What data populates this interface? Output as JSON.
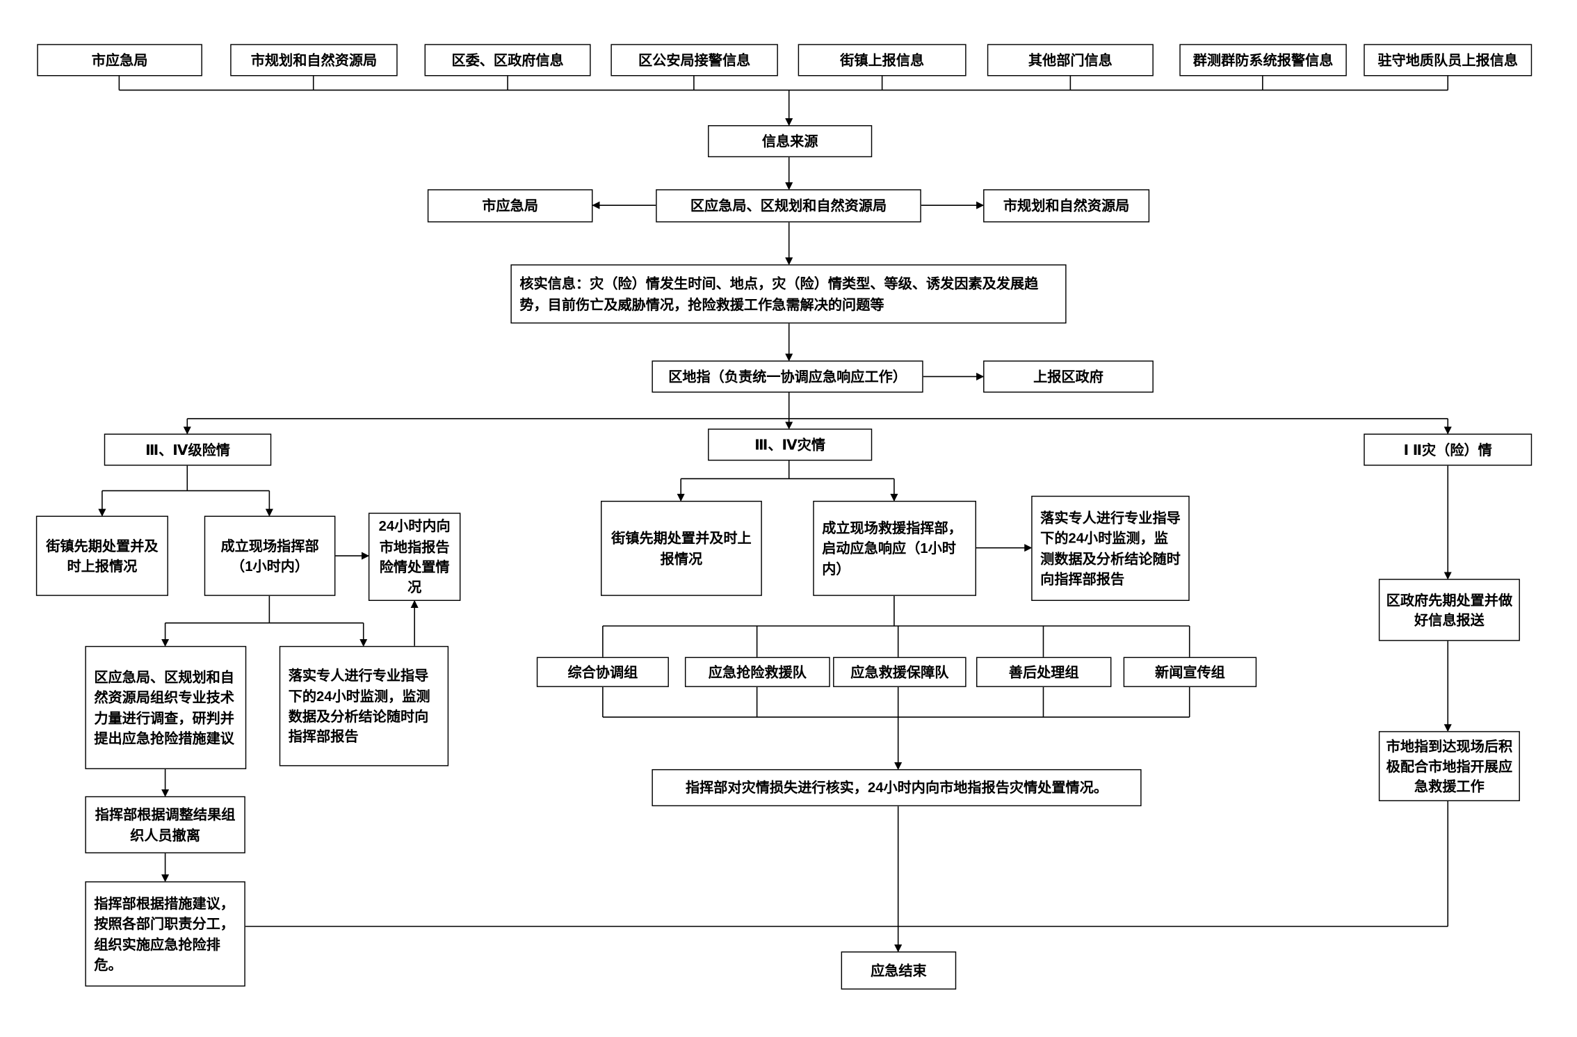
{
  "diagram": {
    "type": "flowchart",
    "line_color": "#000000",
    "box_background": "#ffffff",
    "text_color": "#000000"
  },
  "nodes": {
    "src_city_emergency": {
      "label": "市应急局"
    },
    "src_city_planning": {
      "label": "市规划和自然资源局"
    },
    "src_district_committee": {
      "label": "区委、区政府信息"
    },
    "src_police": {
      "label": "区公安局接警信息"
    },
    "src_street": {
      "label": "街镇上报信息"
    },
    "src_other": {
      "label": "其他部门信息"
    },
    "src_mass_monitoring": {
      "label": "群测群防系统报警信息"
    },
    "src_geo_team": {
      "label": "驻守地质队员上报信息"
    },
    "info_source": {
      "label": "信息来源"
    },
    "city_emergency": {
      "label": "市应急局"
    },
    "district_bureaus": {
      "label": "区应急局、区规划和自然资源局"
    },
    "city_planning": {
      "label": "市规划和自然资源局"
    },
    "verify_info": {
      "label": "核实信息：灾（险）情发生时间、地点，灾（险）情类型、等级、诱发因素及发展趋势，目前伤亡及威胁情况，抢险救援工作急需解决的问题等"
    },
    "district_command": {
      "label": "区地指（负责统一协调应急响应工作）"
    },
    "report_district_gov": {
      "label": "上报区政府"
    },
    "branch_danger_34": {
      "label": "Ⅲ、Ⅳ级险情"
    },
    "branch_disaster_34": {
      "label": "Ⅲ、Ⅳ灾情"
    },
    "branch_level_12": {
      "label": "Ⅰ Ⅱ灾（险）情"
    },
    "left_street_response": {
      "label": "街镇先期处置并及时上报情况"
    },
    "left_site_command": {
      "label": "成立现场指挥部（1小时内）"
    },
    "left_report_24h": {
      "label": "24小时内向市地指报告险情处置情况"
    },
    "left_investigate": {
      "label": "区应急局、区规划和自然资源局组织专业技术力量进行调查，研判并提出应急抢险措施建议"
    },
    "left_monitoring": {
      "label": "落实专人进行专业指导下的24小时监测，监测数据及分析结论随时向指挥部报告"
    },
    "left_evacuate": {
      "label": "指挥部根据调整结果组织人员撤离"
    },
    "left_implement": {
      "label": "指挥部根据措施建议，按照各部门职责分工，组织实施应急抢险排危。"
    },
    "center_street_response": {
      "label": "街镇先期处置并及时上报情况"
    },
    "center_rescue_command": {
      "label": "成立现场救援指挥部，启动应急响应（1小时内）"
    },
    "center_monitoring": {
      "label": "落实专人进行专业指导下的24小时监测，监测数据及分析结论随时向指挥部报告"
    },
    "group_coordination": {
      "label": "综合协调组"
    },
    "group_rescue": {
      "label": "应急抢险救援队"
    },
    "group_support": {
      "label": "应急救援保障队"
    },
    "group_aftermath": {
      "label": "善后处理组"
    },
    "group_publicity": {
      "label": "新闻宣传组"
    },
    "center_verify_losses": {
      "label": "指挥部对灾情损失进行核实，24小时内向市地指报告灾情处置情况。"
    },
    "emergency_end": {
      "label": "应急结束"
    },
    "right_gov_response": {
      "label": "区政府先期处置并做好信息报送"
    },
    "right_cooperate": {
      "label": "市地指到达现场后积极配合市地指开展应急救援工作"
    }
  },
  "edges": [
    "all_sources -> info_source",
    "info_source -> district_bureaus",
    "district_bureaus -> city_emergency",
    "district_bureaus -> city_planning",
    "district_bureaus -> verify_info",
    "verify_info -> district_command",
    "district_command -> report_district_gov",
    "district_command -> branch_danger_34 | branch_disaster_34 | branch_level_12",
    "branch_danger_34 -> left_street_response | left_site_command",
    "left_site_command -> left_report_24h",
    "left_site_command -> left_investigate | left_monitoring",
    "left_monitoring -> left_report_24h",
    "left_investigate -> left_evacuate -> left_implement",
    "left_implement -> emergency_end",
    "branch_disaster_34 -> center_street_response | center_rescue_command",
    "center_rescue_command -> center_monitoring",
    "center_rescue_command -> group_coordination | group_rescue | group_support | group_aftermath | group_publicity",
    "groups -> center_verify_losses -> emergency_end",
    "branch_level_12 -> right_gov_response -> right_cooperate -> emergency_end"
  ]
}
